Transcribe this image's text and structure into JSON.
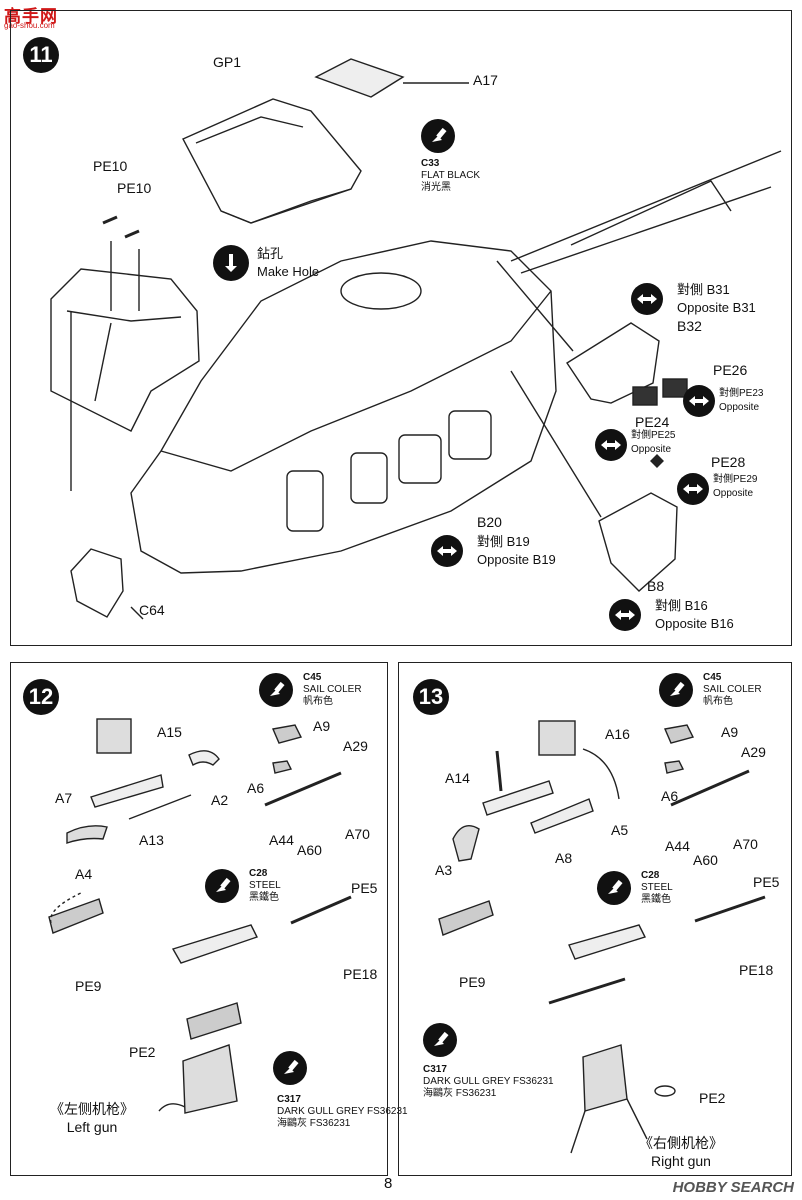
{
  "watermark": {
    "top_logo": "高手网",
    "top_sub": "gao-shou.com",
    "bottom_logo": "HOBBY SEARCH"
  },
  "page_number": "8",
  "step11": {
    "number": "11",
    "parts": {
      "gp1": "GP1",
      "a17": "A17",
      "pe10a": "PE10",
      "pe10b": "PE10",
      "c64": "C64",
      "b20": "B20",
      "b32": "B32",
      "pe26": "PE26",
      "pe24": "PE24",
      "pe28": "PE28",
      "b8": "B8"
    },
    "paint": {
      "code": "C33",
      "en": "FLAT BLACK",
      "cn": "消光黑"
    },
    "make_hole": {
      "cn": "鉆孔",
      "en": "Make Hole"
    },
    "opposites": {
      "b31_cn": "對側 B31",
      "b31_en": "Opposite B31",
      "pe23_cn": "對側PE23",
      "pe23_en": "Opposite",
      "pe25_cn": "對側PE25",
      "pe25_en": "Opposite",
      "pe29_cn": "對側PE29",
      "pe29_en": "Opposite",
      "b19_cn": "對側 B19",
      "b19_en": "Opposite B19",
      "b16_cn": "對側 B16",
      "b16_en": "Opposite B16"
    }
  },
  "step12": {
    "number": "12",
    "parts": {
      "a15": "A15",
      "a7": "A7",
      "a13": "A13",
      "a2": "A2",
      "a4": "A4",
      "a9": "A9",
      "a29": "A29",
      "a6": "A6",
      "a44": "A44",
      "a60": "A60",
      "a70": "A70",
      "pe9": "PE9",
      "pe5": "PE5",
      "pe18": "PE18",
      "pe2": "PE2"
    },
    "paint_sail": {
      "code": "C45",
      "en": "SAIL COLER",
      "cn": "帆布色"
    },
    "paint_steel": {
      "code": "C28",
      "en": "STEEL",
      "cn": "黑鐵色"
    },
    "paint_grey": {
      "code": "C317",
      "en": "DARK GULL GREY FS36231",
      "cn": "海鷗灰 FS36231"
    },
    "caption_cn": "《左侧机枪》",
    "caption_en": "Left gun"
  },
  "step13": {
    "number": "13",
    "parts": {
      "a16": "A16",
      "a14": "A14",
      "a5": "A5",
      "a3": "A3",
      "a8": "A8",
      "a9": "A9",
      "a29": "A29",
      "a6": "A6",
      "a44": "A44",
      "a60": "A60",
      "a70": "A70",
      "pe9": "PE9",
      "pe5": "PE5",
      "pe18": "PE18",
      "pe2": "PE2"
    },
    "paint_sail": {
      "code": "C45",
      "en": "SAIL COLER",
      "cn": "帆布色"
    },
    "paint_steel": {
      "code": "C28",
      "en": "STEEL",
      "cn": "黑鐵色"
    },
    "paint_grey": {
      "code": "C317",
      "en": "DARK GULL GREY FS36231",
      "cn": "海鷗灰 FS36231"
    },
    "caption_cn": "《右側机枪》",
    "caption_en": "Right gun"
  }
}
